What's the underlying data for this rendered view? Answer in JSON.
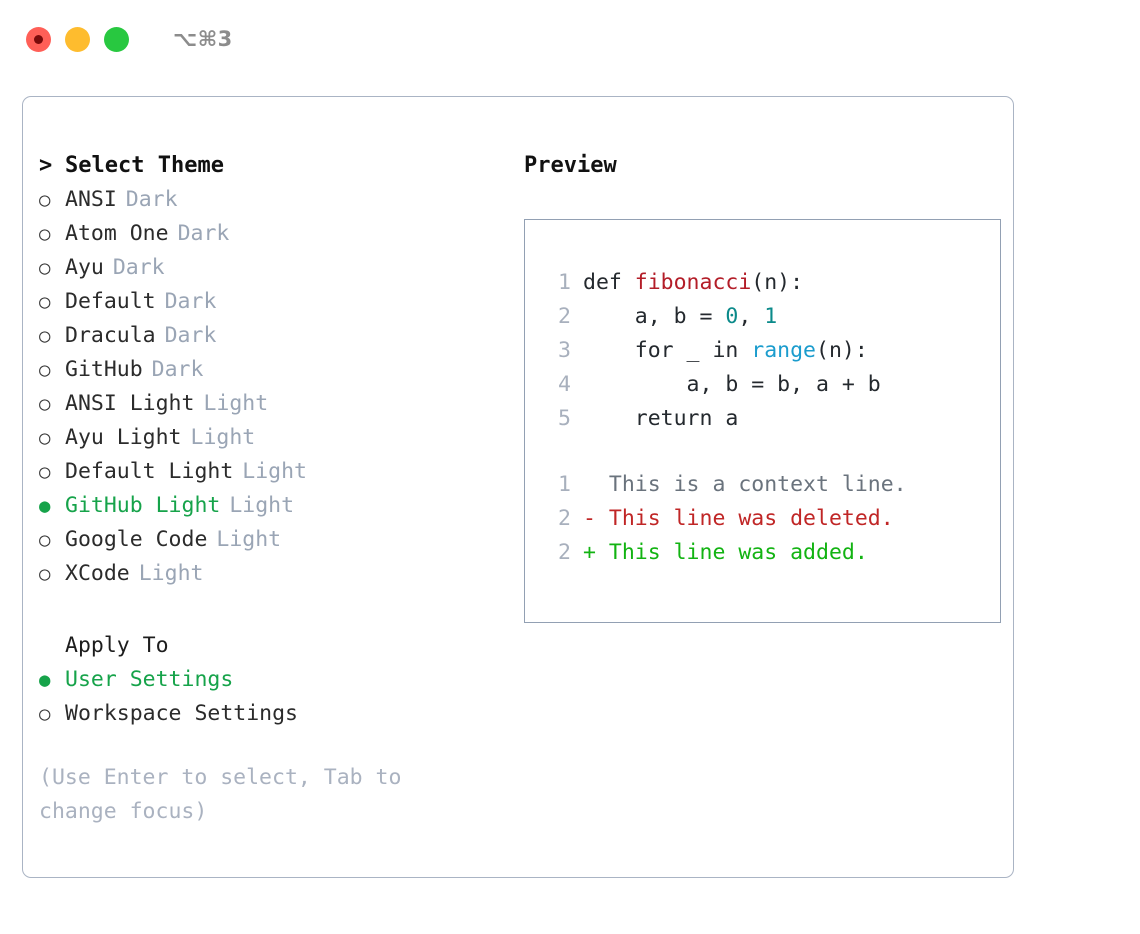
{
  "titlebar": {
    "shortcut": "⌥⌘3",
    "lights": [
      {
        "name": "close",
        "color": "#ff5f57"
      },
      {
        "name": "minimize",
        "color": "#febc2e"
      },
      {
        "name": "maximize",
        "color": "#28c840"
      }
    ]
  },
  "theme_picker": {
    "header": {
      "caret": ">",
      "label": "Select Theme"
    },
    "bullet_empty": "○",
    "bullet_filled": "●",
    "items": [
      {
        "label": "ANSI",
        "tag": "Dark",
        "selected": false
      },
      {
        "label": "Atom One",
        "tag": "Dark",
        "selected": false
      },
      {
        "label": "Ayu",
        "tag": "Dark",
        "selected": false
      },
      {
        "label": "Default",
        "tag": "Dark",
        "selected": false
      },
      {
        "label": "Dracula",
        "tag": "Dark",
        "selected": false
      },
      {
        "label": "GitHub",
        "tag": "Dark",
        "selected": false
      },
      {
        "label": "ANSI Light",
        "tag": "Light",
        "selected": false
      },
      {
        "label": "Ayu Light",
        "tag": "Light",
        "selected": false
      },
      {
        "label": "Default Light",
        "tag": "Light",
        "selected": false
      },
      {
        "label": "GitHub Light",
        "tag": "Light",
        "selected": true
      },
      {
        "label": "Google Code",
        "tag": "Light",
        "selected": false
      },
      {
        "label": "XCode",
        "tag": "Light",
        "selected": false
      }
    ]
  },
  "apply_to": {
    "title": "Apply To",
    "options": [
      {
        "label": "User Settings",
        "selected": true
      },
      {
        "label": "Workspace Settings",
        "selected": false
      }
    ]
  },
  "hint": "(Use Enter to select, Tab to change focus)",
  "preview": {
    "title": "Preview",
    "code_lines": [
      {
        "number": "1",
        "tokens": [
          {
            "text": "def ",
            "kind": "plain"
          },
          {
            "text": "fibonacci",
            "kind": "fn"
          },
          {
            "text": "(n):",
            "kind": "plain"
          }
        ]
      },
      {
        "number": "2",
        "tokens": [
          {
            "text": "    a, b = ",
            "kind": "plain"
          },
          {
            "text": "0",
            "kind": "num"
          },
          {
            "text": ", ",
            "kind": "plain"
          },
          {
            "text": "1",
            "kind": "num"
          }
        ]
      },
      {
        "number": "3",
        "tokens": [
          {
            "text": "    for _ in ",
            "kind": "plain"
          },
          {
            "text": "range",
            "kind": "call"
          },
          {
            "text": "(n):",
            "kind": "plain"
          }
        ]
      },
      {
        "number": "4",
        "tokens": [
          {
            "text": "        a, b = b, a + b",
            "kind": "plain"
          }
        ]
      },
      {
        "number": "5",
        "tokens": [
          {
            "text": "    return a",
            "kind": "plain"
          }
        ]
      }
    ],
    "diff_lines": [
      {
        "number": "1",
        "marker": " ",
        "text": "This is a context line.",
        "kind": "ctx"
      },
      {
        "number": "2",
        "marker": "-",
        "text": "This line was deleted.",
        "kind": "del"
      },
      {
        "number": "2",
        "marker": "+",
        "text": "This line was added.",
        "kind": "add"
      }
    ]
  },
  "colors": {
    "accent_green": "#16a34a",
    "muted_tag": "#9aa5b5",
    "hint_text": "#aab2c0",
    "border": "#aab4c4",
    "preview_border": "#92a0b3",
    "syntax_fn": "#b31d28",
    "syntax_num": "#0b8a8a",
    "syntax_call": "#1b9ccd",
    "diff_context": "#6a737d",
    "diff_deleted": "#c02626",
    "diff_added": "#12b312"
  }
}
